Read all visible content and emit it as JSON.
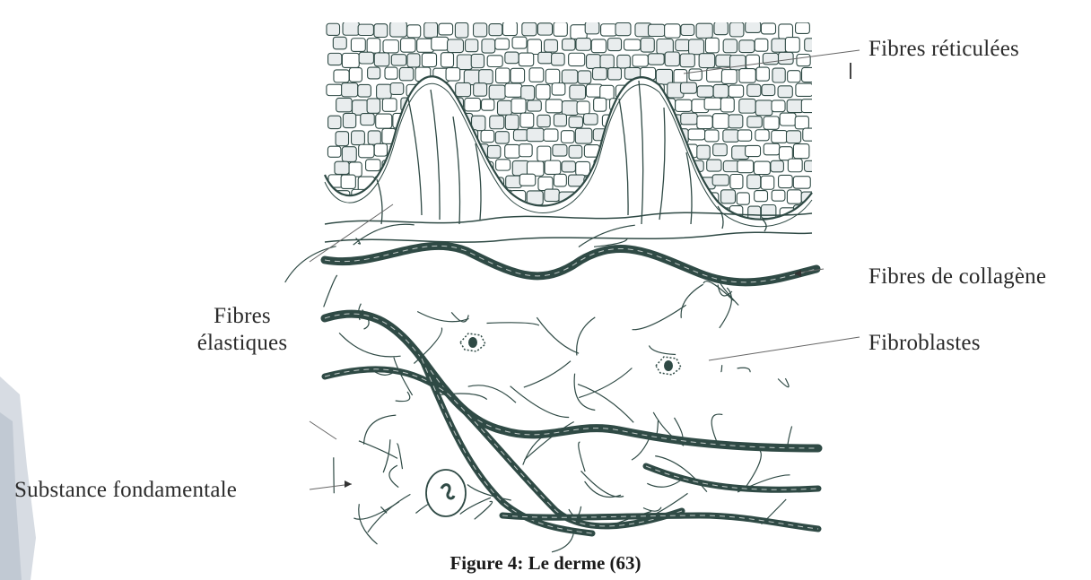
{
  "labels": {
    "fibres_reticulees": "Fibres réticulées",
    "fibres_collagene": "Fibres de collagène",
    "fibroblastes": "Fibroblastes",
    "fibres_elastiques_line1": "Fibres",
    "fibres_elastiques_line2": "élastiques",
    "substance_fondamentale": "Substance fondamentale"
  },
  "caption": "Figure 4: Le derme (63)",
  "colors": {
    "ink": "#2f4a45",
    "label_text": "#2b2b2b",
    "cell_fill": "#e9edee",
    "shadow": "#c9d0d8"
  }
}
